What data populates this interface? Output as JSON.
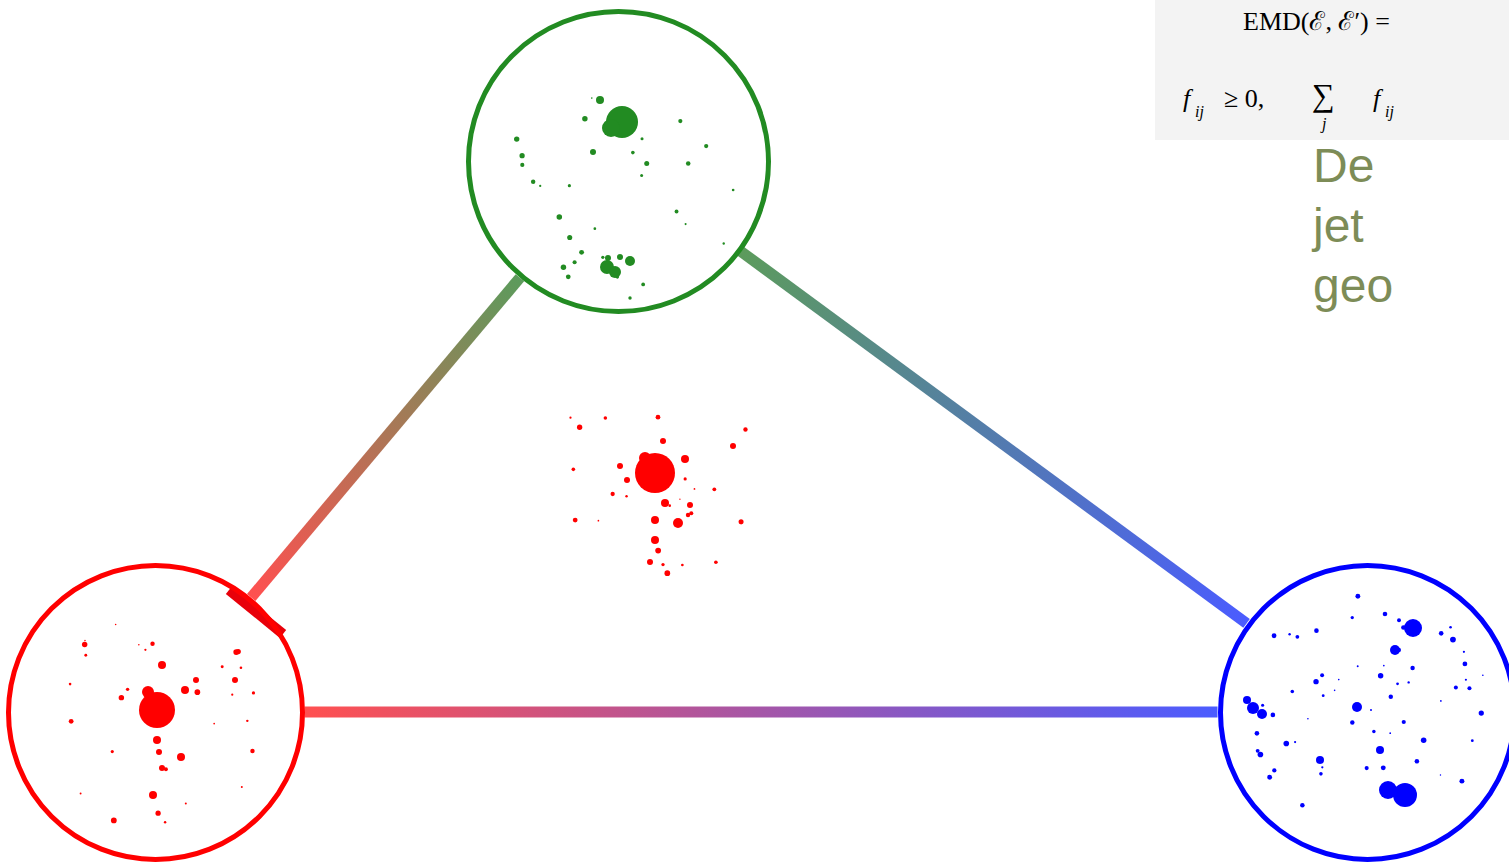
{
  "diagram": {
    "nodes": [
      {
        "text": []
      },
      {
        "text": []
      },
      {
        "text": []
      }
    ],
    "edges": [
      {
        "from": 0,
        "to": 1,
        "arrow": "none"
      },
      {
        "from": 0,
        "to": 2,
        "arrow": "none"
      },
      {
        "from": 1,
        "to": 2,
        "arrow": "none"
      }
    ],
    "labels": [
      "EMD(ℰ, ℰ′) =",
      "f",
      "ij",
      "≥ 0,",
      "∑",
      "j",
      "f",
      "ij",
      "De",
      "jet",
      "geo"
    ]
  }
}
